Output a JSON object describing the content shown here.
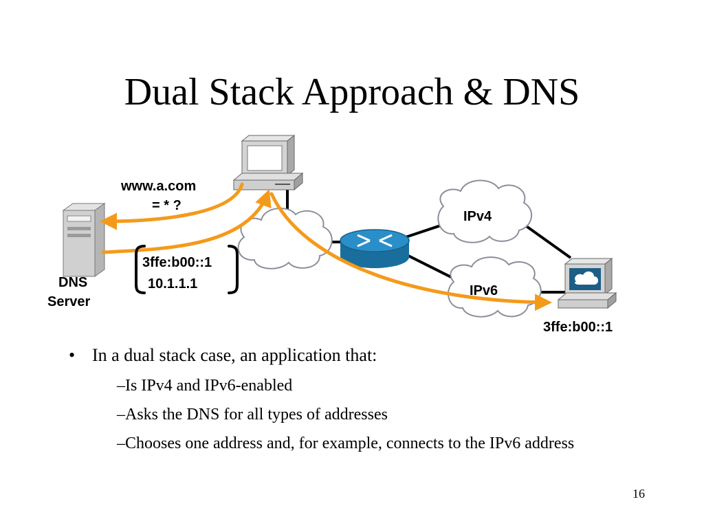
{
  "slide": {
    "title": "Dual Stack Approach & DNS",
    "page_number": "16"
  },
  "diagram": {
    "query_line1": "www.a.com",
    "query_line2": "= * ?",
    "answer_line1": "3ffe:b00::1",
    "answer_line2": "10.1.1.1",
    "dns_label_line1": "DNS",
    "dns_label_line2": "Server",
    "ipv4_cloud": "IPv4",
    "ipv6_cloud": "IPv6",
    "dest_address": "3ffe:b00::1",
    "arrow_color": "#f49a1a",
    "router_color": "#1e7fb8"
  },
  "bullets": {
    "main": "In a dual stack case, an application that:",
    "bullet_glyph": "•",
    "sub": [
      "–Is IPv4 and IPv6-enabled",
      "–Asks the DNS for all types of addresses",
      "–Chooses one address and, for example, connects to the IPv6 address"
    ]
  }
}
